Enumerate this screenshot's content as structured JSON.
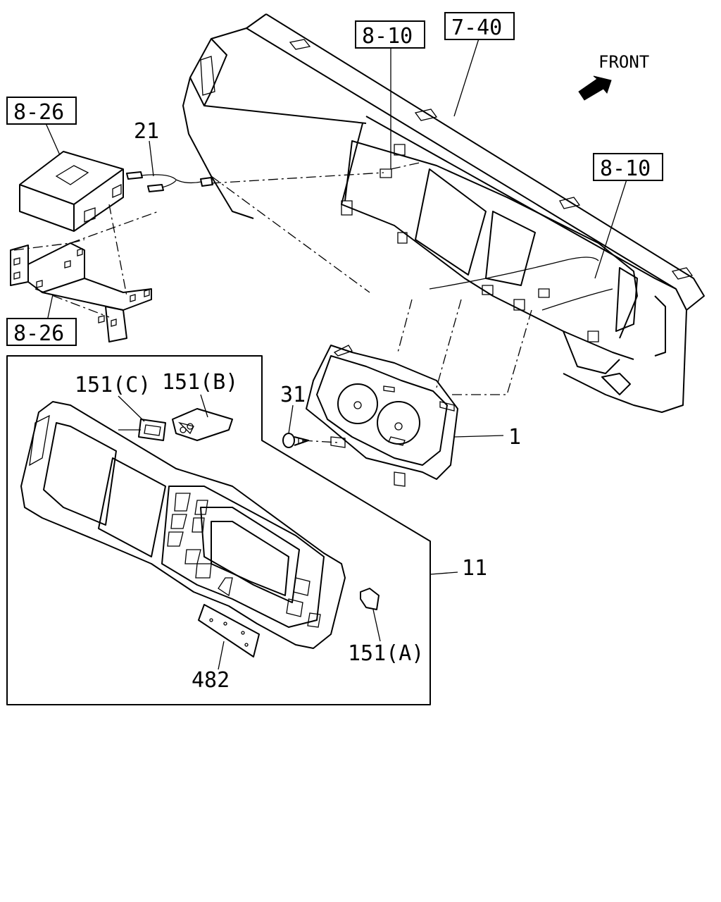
{
  "diagram": {
    "direction_label": "FRONT",
    "callouts": {
      "ref_8_10_top": "8-10",
      "ref_7_40": "7-40",
      "ref_8_26_top": "8-26",
      "ref_8_10_right": "8-10",
      "ref_8_26_bottom": "8-26",
      "part_21": "21",
      "part_31": "31",
      "part_1": "1",
      "part_151c": "151(C)",
      "part_151b": "151(B)",
      "part_11": "11",
      "part_151a": "151(A)",
      "part_482": "482"
    }
  }
}
